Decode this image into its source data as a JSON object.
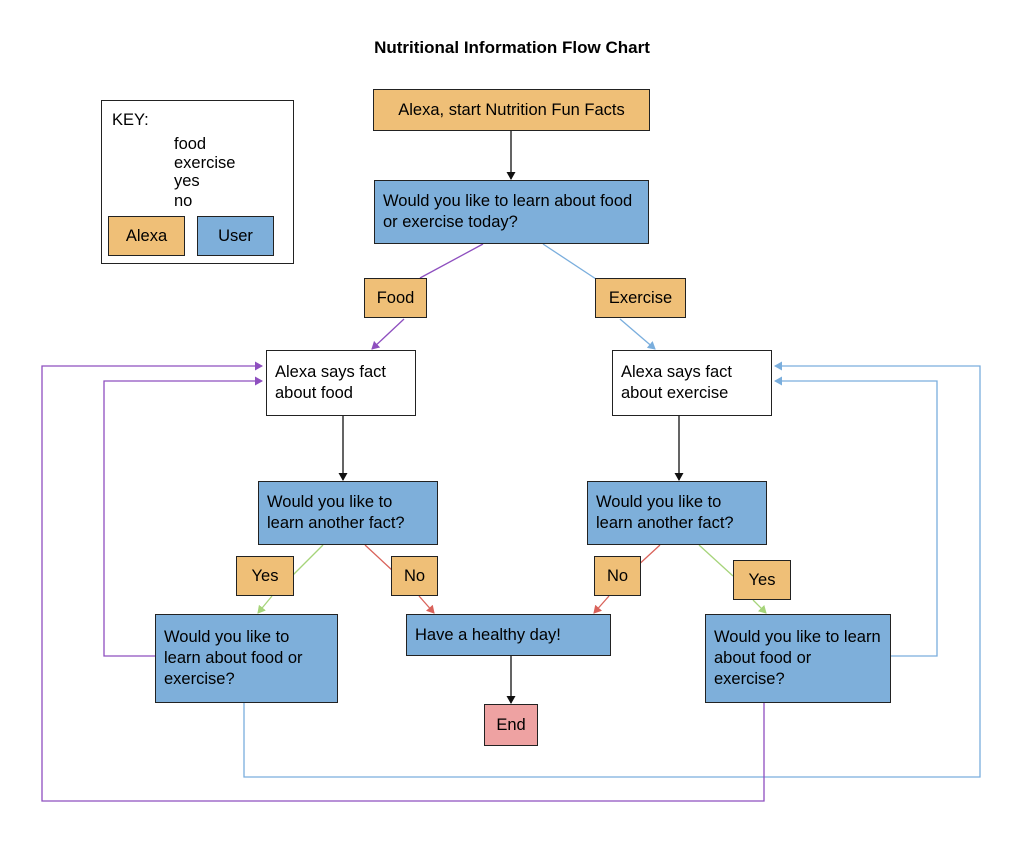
{
  "title": "Nutritional Information Flow Chart",
  "key": {
    "heading": "KEY:",
    "food": "food",
    "exercise": "exercise",
    "yes": "yes",
    "no": "no",
    "alexa": "Alexa",
    "user": "User"
  },
  "colors": {
    "alexa_box": "#efbf77",
    "user_box": "#7eafda",
    "end_box": "#eea2a2",
    "food_arrow": "#8e4fbf",
    "exercise_arrow": "#7aaedd",
    "yes_arrow": "#a6d47a",
    "no_arrow": "#d9625a"
  },
  "nodes": {
    "start": "Alexa, start Nutrition Fun Facts",
    "question": "Would you like to learn about food or exercise today?",
    "food": "Food",
    "exercise": "Exercise",
    "fact_food": "Alexa says fact about food",
    "fact_exercise": "Alexa says fact about exercise",
    "another_left": "Would you like to learn another fact?",
    "another_right": "Would you like to learn another fact?",
    "yes_left": "Yes",
    "no_left": "No",
    "no_right": "No",
    "yes_right": "Yes",
    "learn_left": "Would you like to learn about food or exercise?",
    "learn_right": "Would you like to learn about food or exercise?",
    "healthy": "Have a healthy day!",
    "end": "End"
  }
}
